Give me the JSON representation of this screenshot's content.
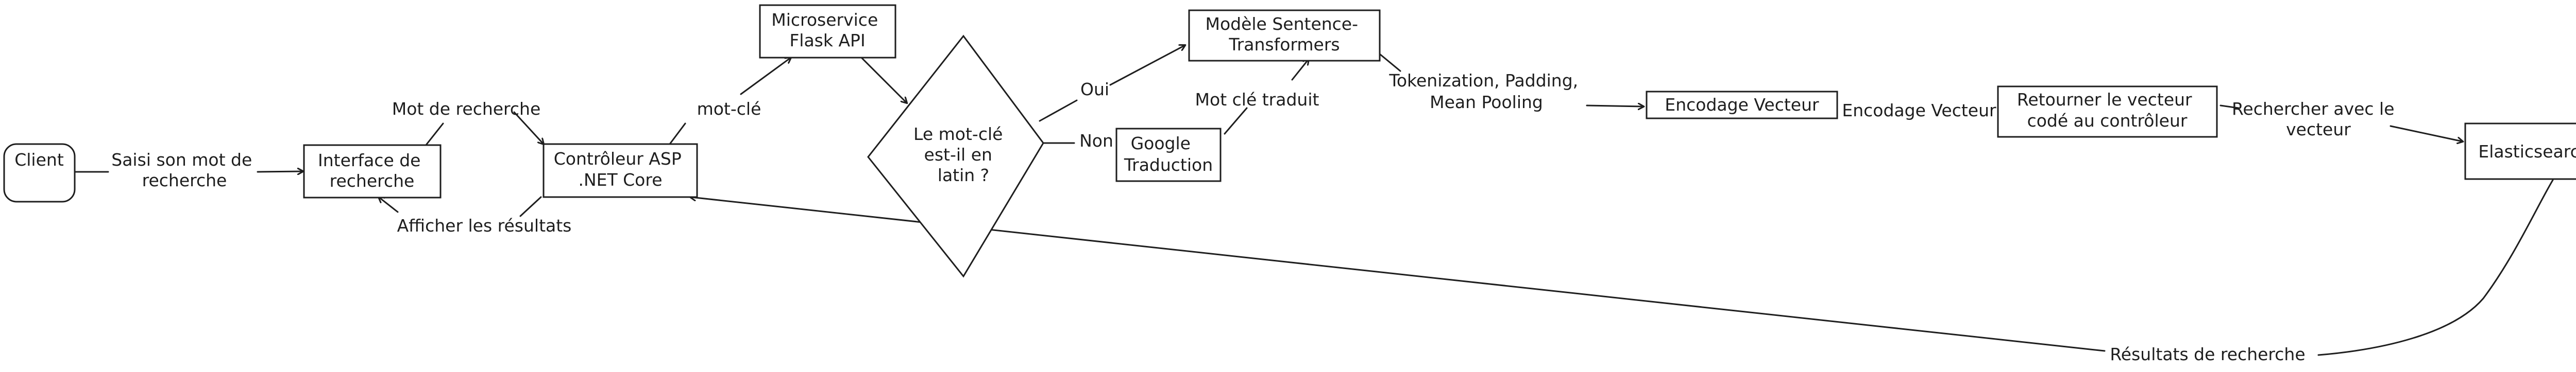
{
  "nodes": {
    "client": [
      "Client"
    ],
    "interface": [
      "Interface de",
      "recherche"
    ],
    "controller": [
      "Contrôleur ASP",
      ".NET Core"
    ],
    "flask": [
      "Microservice",
      "Flask API"
    ],
    "decision": [
      "Le mot-clé",
      "est-il en",
      "latin ?"
    ],
    "google": [
      "Google",
      "Traduction"
    ],
    "sentence_model": [
      "Modèle Sentence-",
      "Transformers"
    ],
    "encoding": [
      "Encodage Vecteur"
    ],
    "return_vector": [
      "Retourner le vecteur",
      "codé au contrôleur"
    ],
    "elasticsearch": [
      "Elasticsearch"
    ]
  },
  "edge_labels": {
    "client_interface": [
      "Saisi son mot de",
      "recherche"
    ],
    "interface_controller": [
      "Mot de recherche"
    ],
    "controller_interface": [
      "Afficher les résultats"
    ],
    "controller_flask": [
      "mot-clé"
    ],
    "decision_model": [
      "Oui"
    ],
    "decision_google": [
      "Non"
    ],
    "google_model": [
      "Mot clé traduit"
    ],
    "model_encoding": [
      "Tokenization, Padding,",
      "Mean Pooling"
    ],
    "encoding_return": [
      "Encodage Vecteur"
    ],
    "return_elastic": [
      "Rechercher avec le",
      "vecteur"
    ],
    "elastic_controller": [
      "Résultats de recherche"
    ]
  }
}
